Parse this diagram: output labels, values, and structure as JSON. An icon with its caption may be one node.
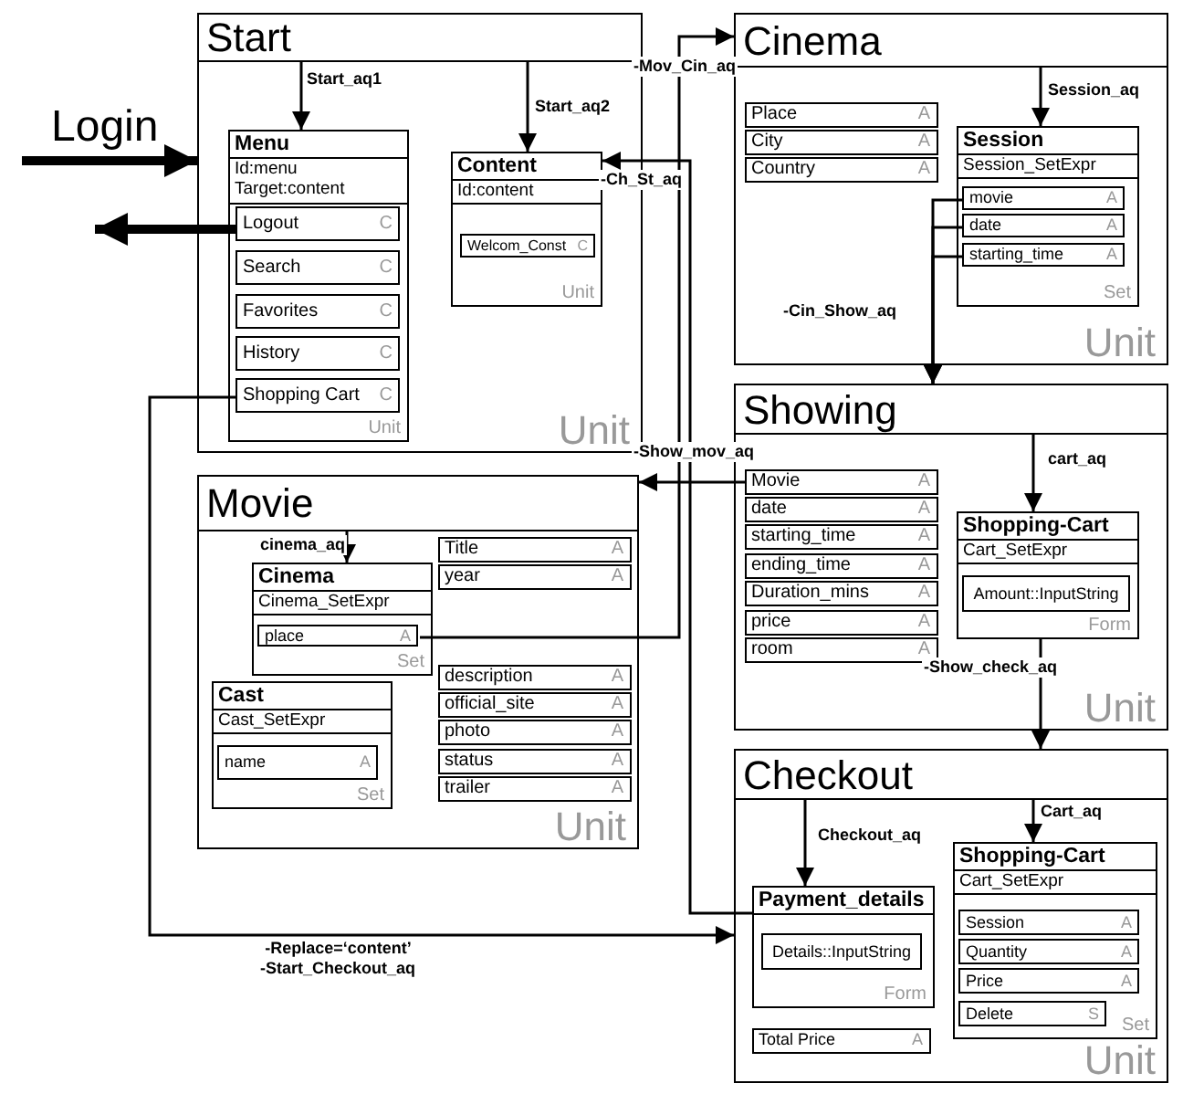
{
  "diagram": {
    "nodes": [
      {
        "text": [
          "Login"
        ]
      },
      {
        "text": [
          "Start",
          "Unit"
        ]
      },
      {
        "text": [
          "Menu",
          "Id:menu",
          "Target:content",
          "Unit"
        ],
        "in": 1
      },
      {
        "text": [
          "Logout",
          "C"
        ],
        "in": 2
      },
      {
        "text": [
          "Search",
          "C"
        ],
        "in": 2
      },
      {
        "text": [
          "Favorites",
          "C"
        ],
        "in": 2
      },
      {
        "text": [
          "History",
          "C"
        ],
        "in": 2
      },
      {
        "text": [
          "Shopping Cart",
          "C"
        ],
        "in": 2
      },
      {
        "text": [
          "Content",
          "Id:content",
          "Unit"
        ],
        "in": 1
      },
      {
        "text": [
          "Welcom_Const",
          "C"
        ],
        "in": 8
      },
      {
        "text": [
          "Cinema",
          "Unit"
        ]
      },
      {
        "text": [
          "Place",
          "A"
        ],
        "in": 10
      },
      {
        "text": [
          "City",
          "A"
        ],
        "in": 10
      },
      {
        "text": [
          "Country",
          "A"
        ],
        "in": 10
      },
      {
        "text": [
          "Session",
          "Session_SetExpr",
          "Set"
        ],
        "in": 10
      },
      {
        "text": [
          "movie",
          "A"
        ],
        "in": 14
      },
      {
        "text": [
          "date",
          "A"
        ],
        "in": 14
      },
      {
        "text": [
          "starting_time",
          "A"
        ],
        "in": 14
      },
      {
        "text": [
          "Showing",
          "Unit"
        ]
      },
      {
        "text": [
          "Movie",
          "A"
        ],
        "in": 18
      },
      {
        "text": [
          "date",
          "A"
        ],
        "in": 18
      },
      {
        "text": [
          "starting_time",
          "A"
        ],
        "in": 18
      },
      {
        "text": [
          "ending_time",
          "A"
        ],
        "in": 18
      },
      {
        "text": [
          "Duration_mins",
          "A"
        ],
        "in": 18
      },
      {
        "text": [
          "price",
          "A"
        ],
        "in": 18
      },
      {
        "text": [
          "room",
          "A"
        ],
        "in": 18
      },
      {
        "text": [
          "Shopping-Cart",
          "Cart_SetExpr",
          "Form"
        ],
        "in": 18
      },
      {
        "text": [
          "Amount::InputString"
        ],
        "in": 26
      },
      {
        "text": [
          "Movie",
          "Unit"
        ]
      },
      {
        "text": [
          "Title",
          "A"
        ],
        "in": 28
      },
      {
        "text": [
          "year",
          "A"
        ],
        "in": 28
      },
      {
        "text": [
          "Cinema",
          "Cinema_SetExpr",
          "Set"
        ],
        "in": 28
      },
      {
        "text": [
          "place",
          "A"
        ],
        "in": 31
      },
      {
        "text": [
          "Cast",
          "Cast_SetExpr",
          "Set"
        ],
        "in": 28
      },
      {
        "text": [
          "name",
          "A"
        ],
        "in": 33
      },
      {
        "text": [
          "description",
          "A"
        ],
        "in": 28
      },
      {
        "text": [
          "official_site",
          "A"
        ],
        "in": 28
      },
      {
        "text": [
          "photo",
          "A"
        ],
        "in": 28
      },
      {
        "text": [
          "status",
          "A"
        ],
        "in": 28
      },
      {
        "text": [
          "trailer",
          "A"
        ],
        "in": 28
      },
      {
        "text": [
          "Checkout",
          "Unit"
        ]
      },
      {
        "text": [
          "Payment_details",
          "Form"
        ],
        "in": 40
      },
      {
        "text": [
          "Details::InputString"
        ],
        "in": 41
      },
      {
        "text": [
          "Total Price",
          "A"
        ],
        "in": 40
      },
      {
        "text": [
          "Shopping-Cart",
          "Cart_SetExpr",
          "Set"
        ],
        "in": 40
      },
      {
        "text": [
          "Session",
          "A"
        ],
        "in": 44
      },
      {
        "text": [
          "Quantity",
          "A"
        ],
        "in": 44
      },
      {
        "text": [
          "Price",
          "A"
        ],
        "in": 44
      },
      {
        "text": [
          "Delete",
          "S"
        ],
        "in": 44
      }
    ],
    "edges": [
      {
        "from": 0,
        "to": 1,
        "arrow": "to",
        "style": "thick"
      },
      {
        "from": 3,
        "to": 0,
        "arrow": "to",
        "style": "thick"
      },
      {
        "from": null,
        "to": 2,
        "arrow": "to",
        "label": "Start_aq1"
      },
      {
        "from": null,
        "to": 8,
        "arrow": "to",
        "label": "Start_aq2"
      },
      {
        "from": 32,
        "to": 10,
        "arrow": "to",
        "label": "-Mov_Cin_aq"
      },
      {
        "from": 41,
        "to": 8,
        "arrow": "to",
        "label": "-Ch_St_aq"
      },
      {
        "from": null,
        "to": 14,
        "arrow": "to",
        "label": "Session_aq"
      },
      {
        "from": 15,
        "to": 18,
        "arrow": "to",
        "label": "-Cin_Show_aq"
      },
      {
        "from": 16,
        "to": 18,
        "arrow": "to"
      },
      {
        "from": 17,
        "to": 18,
        "arrow": "to"
      },
      {
        "from": 19,
        "to": 28,
        "arrow": "to",
        "label": "-Show_mov_aq"
      },
      {
        "from": null,
        "to": 26,
        "arrow": "to",
        "label": "cart_aq"
      },
      {
        "from": 26,
        "to": 40,
        "arrow": "to",
        "label": "-Show_check_aq"
      },
      {
        "from": null,
        "to": 31,
        "arrow": "to",
        "label": "cinema_aq"
      },
      {
        "from": 7,
        "to": 40,
        "arrow": "to",
        "label": "-Replace=‘content’ -Start_Checkout_aq"
      },
      {
        "from": null,
        "to": 44,
        "arrow": "to",
        "label": "Cart_aq"
      },
      {
        "from": null,
        "to": 41,
        "arrow": "to",
        "label": "Checkout_aq"
      }
    ]
  }
}
